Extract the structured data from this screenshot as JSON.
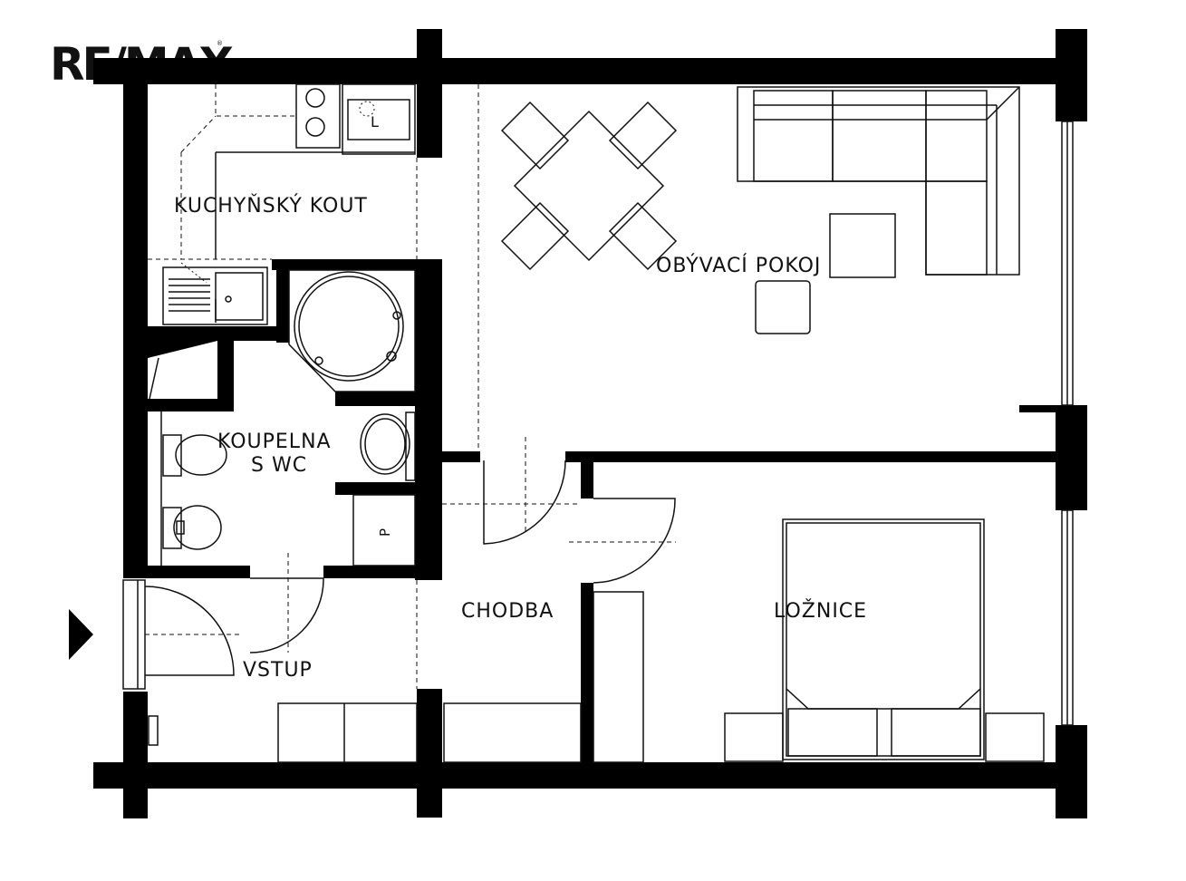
{
  "logo": {
    "text": "RE/MAX",
    "registered": "®"
  },
  "rooms": {
    "kitchen": "KUCHYŇSKÝ KOUT",
    "living": "OBÝVACÍ POKOJ",
    "bathroom_line1": "KOUPELNA",
    "bathroom_line2": "S WC",
    "hallway": "CHODBA",
    "bedroom": "LOŽNICE",
    "entry": "VSTUP"
  },
  "fixture_labels": {
    "stove_mark": "L",
    "closet_mark": "P"
  },
  "colors": {
    "walls": "#000000",
    "background": "#ffffff",
    "lines": "#111111"
  }
}
